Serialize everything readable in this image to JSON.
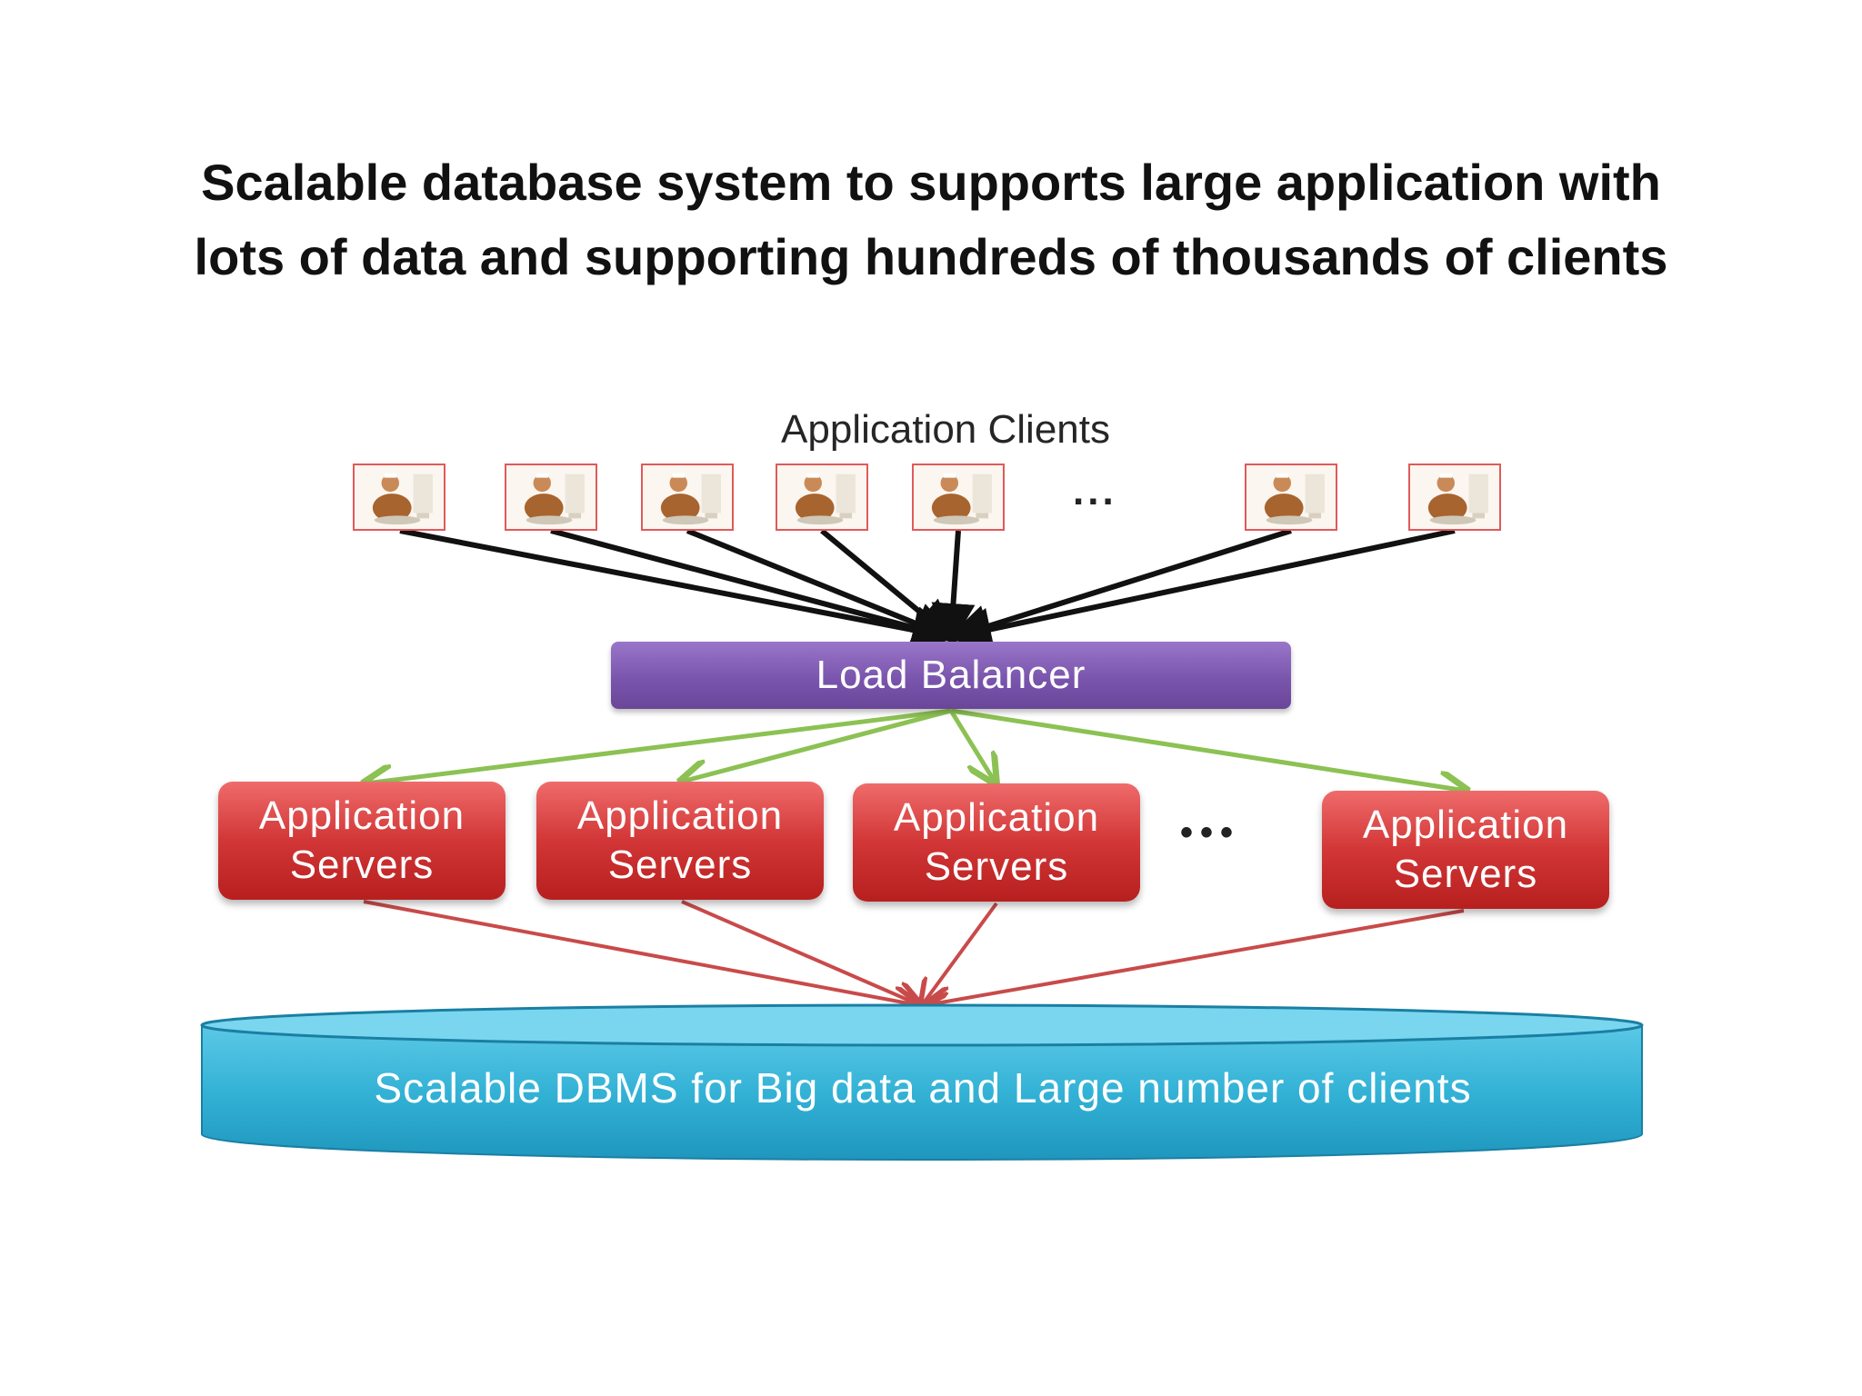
{
  "title": {
    "line1": "Scalable database system to supports large application with",
    "line2": "lots of data and supporting hundreds of thousands of clients"
  },
  "diagram": {
    "clients_label": "Application Clients",
    "client_icon": "person-at-computer-icon",
    "client_count_shown": 7,
    "clients_ellipsis": "...",
    "load_balancer_label": "Load Balancer",
    "servers": [
      {
        "line1": "Application",
        "line2": "Servers"
      },
      {
        "line1": "Application",
        "line2": "Servers"
      },
      {
        "line1": "Application",
        "line2": "Servers"
      },
      {
        "line1": "Application",
        "line2": "Servers"
      }
    ],
    "servers_ellipsis": "•••",
    "database_label": "Scalable DBMS for Big data and Large number of clients",
    "colors": {
      "load_balancer": "#7a55ad",
      "server": "#d23636",
      "database": "#33b2d6",
      "client_arrows": "#111111",
      "balancer_arrows": "#8cc153",
      "server_arrows": "#c94a4a"
    }
  }
}
